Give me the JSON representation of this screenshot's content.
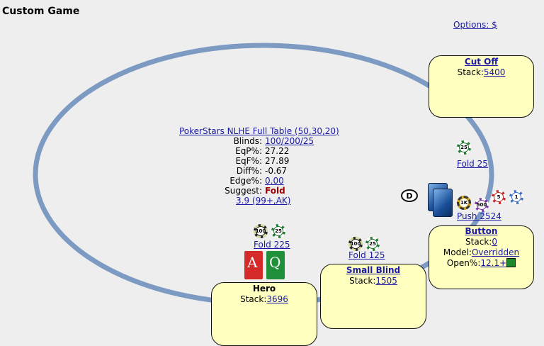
{
  "window": {
    "title": "Custom Game"
  },
  "options_link": "Options: $",
  "table_info": {
    "name": "PokerStars NLHE Full Table (50,30,20)",
    "blinds_label": "Blinds:",
    "blinds": "100/200/25",
    "eqp_label": "EqP%:",
    "eqp": "27.22",
    "eqf_label": "EqF%:",
    "eqf": "27.89",
    "diff_label": "Diff%:",
    "diff": "-0.67",
    "edge_label": "Edge%:",
    "edge": "0.00",
    "suggest_label": "Suggest:",
    "suggest": "Fold",
    "range": "3.9 (99+,AK)"
  },
  "seats": {
    "cut_off": {
      "name": "Cut Off",
      "stack_label": "Stack:",
      "stack": "5400"
    },
    "button": {
      "name": "Button",
      "stack_label": "Stack:",
      "stack": "0",
      "model_label": "Model:",
      "model": "Overridden",
      "open_label": "Open%:",
      "open": "12.1+"
    },
    "small_blind": {
      "name": "Small Blind",
      "stack_label": "Stack:",
      "stack": "1505"
    },
    "hero": {
      "name": "Hero",
      "stack_label": "Stack:",
      "stack": "3696"
    }
  },
  "actions": {
    "cut_off": "Fold 25",
    "button": "Push 2524",
    "small_blind": "Fold 125",
    "hero": "Fold 225"
  },
  "chips": {
    "c25": "25",
    "c100": "100",
    "c1k": "1K",
    "c500": "500",
    "c5": "5",
    "c1": "1"
  },
  "dealer_button": "D",
  "hero_cards": {
    "card1_rank": "A",
    "card2_rank": "Q"
  },
  "colors": {
    "table_rail": "#7d9bc2",
    "seat_bg": "#ffffc0",
    "link": "#1a1aa6",
    "suggest": "#a00000",
    "open_marker": "#1c8a2a"
  }
}
